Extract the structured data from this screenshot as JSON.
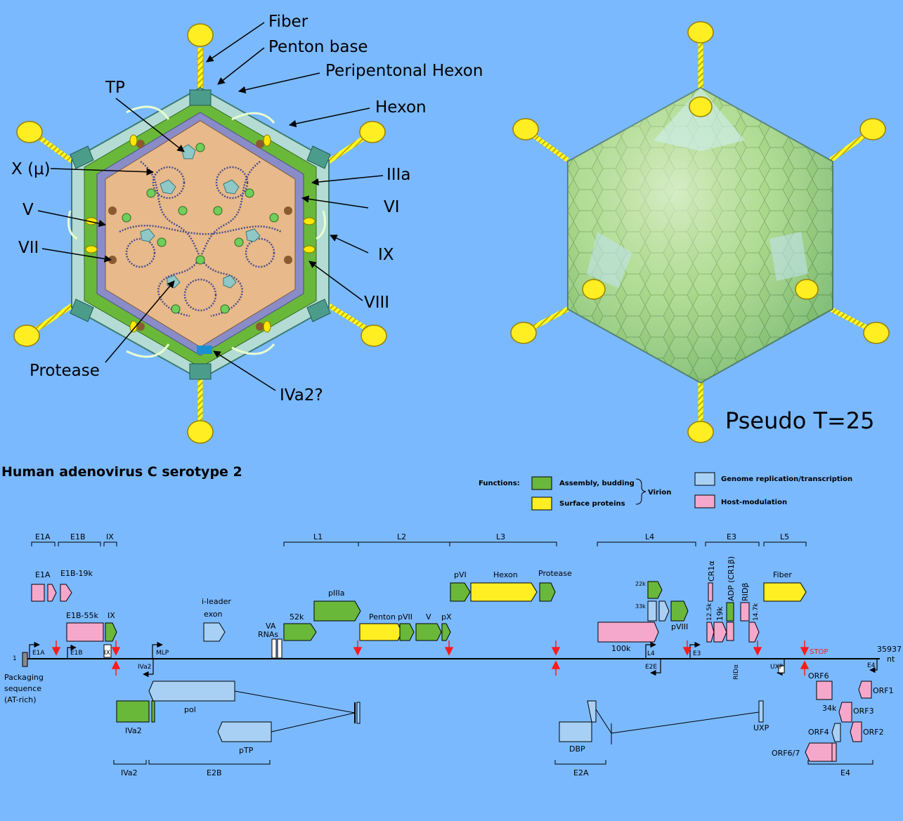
{
  "colors": {
    "background": "#7ab9fe",
    "capsid_core": "#e8b98a",
    "hexon": "#b4dcd4",
    "hexon_dark": "#5aa89a",
    "penton_base": "#4c9c8c",
    "fiber": "#ffff22",
    "assembly": "#6ab83a",
    "surface": "#ffee22",
    "replication": "#a8d0f4",
    "host": "#f6a8cc",
    "red_arrow": "#ff1a1a"
  },
  "cross_section": {
    "labels": {
      "fiber": "Fiber",
      "penton_base": "Penton base",
      "peripentonal_hexon": "Peripentonal Hexon",
      "hexon": "Hexon",
      "tp": "TP",
      "x_mu": "X (μ)",
      "iiia": "IIIa",
      "v": "V",
      "vi": "VI",
      "vii": "VII",
      "ix": "IX",
      "viii": "VIII",
      "protease": "Protease",
      "iva2": "IVa2?"
    }
  },
  "surface_view": {
    "symmetry_label": "Pseudo T=25"
  },
  "genome": {
    "title": "Human adenovirus C serotype 2",
    "legend": {
      "functions_label": "Functions:",
      "assembly": "Assembly, budding",
      "surface": "Surface proteins",
      "virion": "Virion",
      "replication": "Genome replication/transcription",
      "host": "Host-modulation"
    },
    "regions_top": [
      "E1A",
      "E1B",
      "IX",
      "L1",
      "L2",
      "L3",
      "L4",
      "E3",
      "L5"
    ],
    "regions_bottom": [
      "IVa2",
      "E2B",
      "E2A",
      "E4"
    ],
    "genes_top": {
      "e1a": "E1A",
      "e1b_19k": "E1B-19k",
      "e1b_55k": "E1B-55k",
      "ix": "IX",
      "ileader": "i-leader",
      "exon": "exon",
      "va": "VA",
      "rnas": "RNAs",
      "k52": "52k",
      "piiia": "pIIIa",
      "penton": "Penton",
      "pvii": "pVII",
      "v": "V",
      "px": "pX",
      "pvi": "pVI",
      "hexon": "Hexon",
      "protease": "Protease",
      "k22": "22k",
      "k33": "33k",
      "pviii": "pVIII",
      "k100": "100k",
      "cr1a": "CR1α",
      "k125": "12.5k",
      "k19": "19k",
      "adp": "ADP (CR1β)",
      "ridb": "RIDβ",
      "k147": "14.7k",
      "rida": "RIDα",
      "fiber": "Fiber"
    },
    "promoters": {
      "e1a": "E1A",
      "e1b": "E1B",
      "ix": "IX",
      "iva2": "IVa2",
      "mlp": "MLP",
      "l4": "L4",
      "e2e": "E2E",
      "e3": "E3",
      "uxp_top": "UXP",
      "e4": "E4"
    },
    "genes_bottom": {
      "pol": "pol",
      "iva2": "IVa2",
      "ptp": "pTP",
      "dbp": "DBP",
      "uxp": "UXP",
      "orf6": "ORF6",
      "k34": "34k",
      "orf1": "ORF1",
      "orf3": "ORF3",
      "orf2": "ORF2",
      "orf4": "ORF4",
      "orf67": "ORF6/7"
    },
    "start": "1",
    "end": "35937",
    "end_unit": "nt",
    "stop": "STOP",
    "packaging": [
      "Packaging",
      "sequence",
      "(AT-rich)"
    ]
  }
}
